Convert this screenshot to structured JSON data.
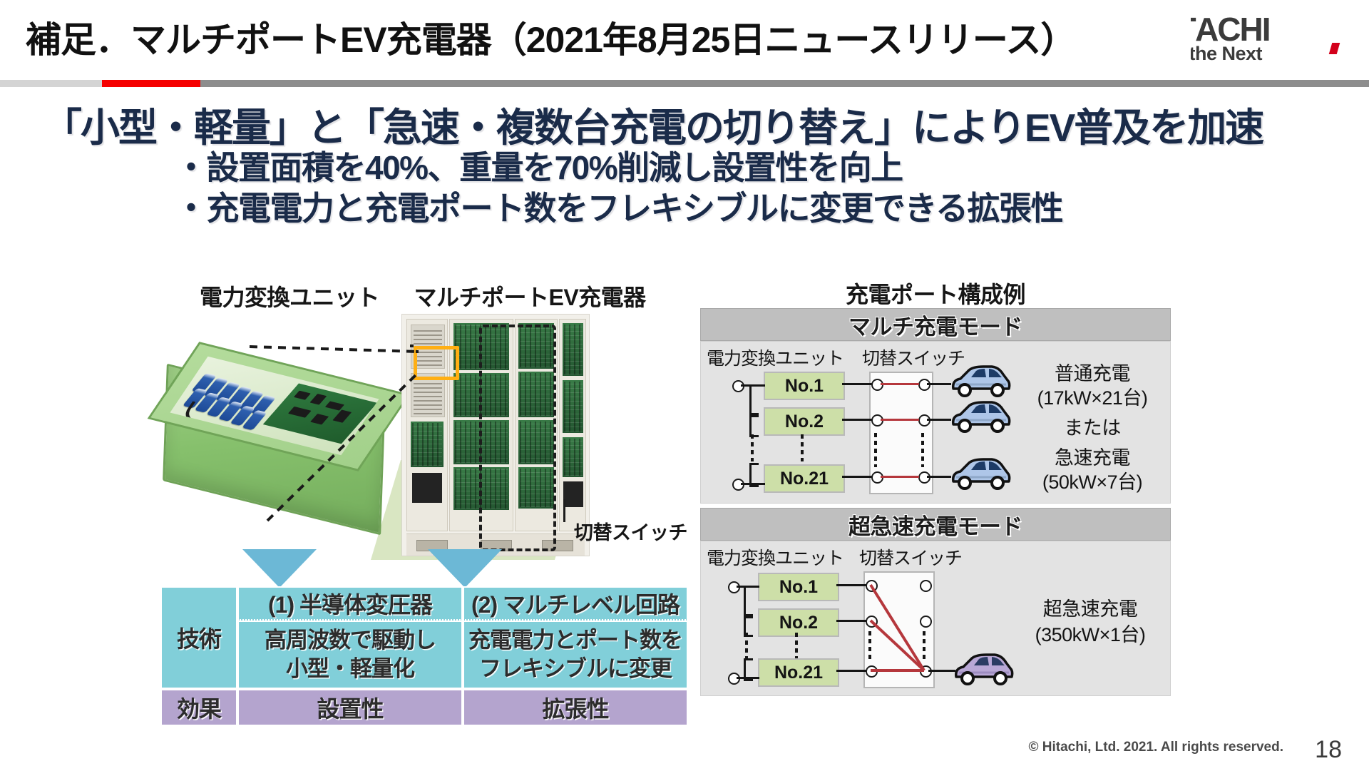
{
  "header": {
    "title": "補足．マルチポートEV充電器（2021年8月25日ニュースリリース）",
    "logo_main": "ГACHI",
    "logo_sub": "e the Next"
  },
  "headline": "「小型・軽量」と「急速・複数台充電の切り替え」によりEV普及を加速",
  "bullets": [
    "・設置面積を40%、重量を70%削減し設置性を向上",
    "・充電電力と充電ポート数をフレキシブルに変更できる拡張性"
  ],
  "photo": {
    "label_left": "電力変換ユニット",
    "label_right": "マルチポートEV充電器",
    "switch_label": "切替スイッチ"
  },
  "table": {
    "row_tech_label": "技術",
    "row_effect_label": "効果",
    "columns": [
      {
        "title": "(1) 半導体変圧器",
        "desc_lines": [
          "高周波数で駆動し",
          "小型・軽量化"
        ],
        "effect": "設置性"
      },
      {
        "title": "(2) マルチレベル回路",
        "desc_lines": [
          "充電電力とポート数を",
          "フレキシブルに変更"
        ],
        "effect": "拡張性"
      }
    ]
  },
  "right_panel": {
    "title": "充電ポート構成例",
    "modes": [
      {
        "bar_label": "マルチ充電モード",
        "unit_label": "電力変換ユニット",
        "switch_label": "切替スイッチ",
        "units": [
          "No.1",
          "No.2",
          "No.21"
        ],
        "result_lines": [
          "普通充電",
          "(17kW×21台)",
          "または",
          "急速充電",
          "(50kW×7台)"
        ],
        "car_color": "#aec6e8",
        "car_count": 3
      },
      {
        "bar_label": "超急速充電モード",
        "unit_label": "電力変換ユニット",
        "switch_label": "切替スイッチ",
        "units": [
          "No.1",
          "No.2",
          "No.21"
        ],
        "result_lines": [
          "超急速充電",
          "(350kW×1台)"
        ],
        "car_color": "#b9a8d6",
        "car_count": 1
      }
    ]
  },
  "footer": {
    "copyright": "© Hitachi, Ltd. 2021. All rights reserved.",
    "page_number": "18"
  },
  "colors": {
    "headline_navy": "#1a2b49",
    "accent_red": "#f50000",
    "table_cyan": "#81cfd9",
    "table_purple": "#b4a4ce",
    "unit_green": "#cddfa8",
    "highlight_orange": "#ffaf13",
    "mode_bar_grey": "#bfbfbf"
  }
}
